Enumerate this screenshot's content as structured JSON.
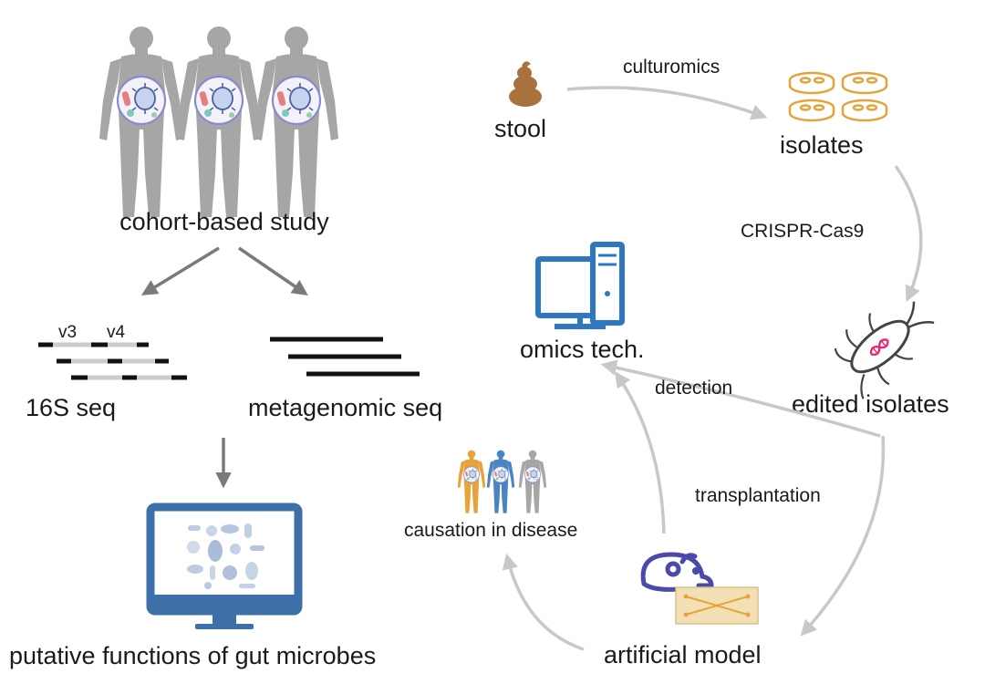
{
  "labels": {
    "cohort_study": "cohort-based study",
    "v3": "v3",
    "v4": "v4",
    "seq_16s": "16S seq",
    "metagenomic_seq": "metagenomic seq",
    "putative_functions": "putative functions of gut microbes",
    "stool": "stool",
    "culturomics": "culturomics",
    "isolates": "isolates",
    "crispr": "CRISPR-Cas9",
    "edited_isolates": "edited isolates",
    "omics_tech": "omics tech.",
    "detection": "detection",
    "transplantation": "transplantation",
    "causation": "causation in disease",
    "artificial_model": "artificial model"
  },
  "colors": {
    "human_gray": "#a6a6a6",
    "arrow_dark": "#7a7a7a",
    "arrow_light": "#c8c8c8",
    "monitor_blue": "#3d6fa8",
    "computer_blue": "#2f77c0",
    "stool_brown": "#a8713e",
    "petri_gold": "#e3a43a",
    "mouse_blue": "#4a4aa8",
    "chip_beige": "#f3dfb4",
    "dna_pink": "#e8287a",
    "human_orange": "#e8a23a",
    "human_blue": "#4a84c4"
  }
}
